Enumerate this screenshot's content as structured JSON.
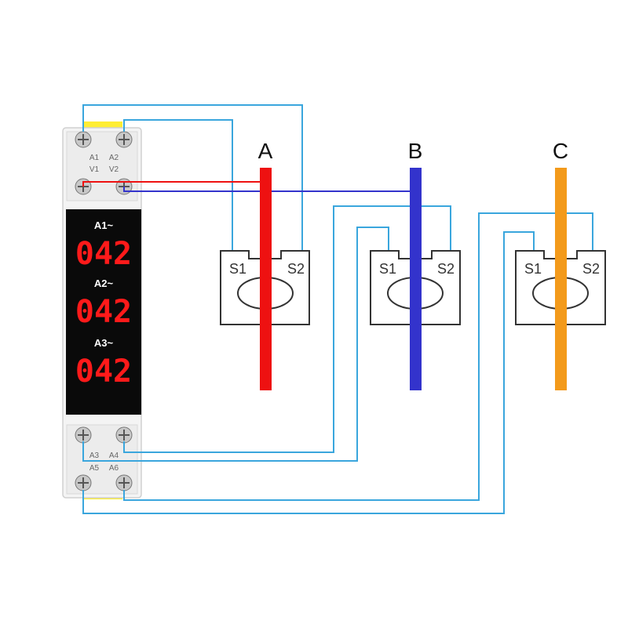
{
  "phases": [
    {
      "label": "A",
      "color": "#ee1111"
    },
    {
      "label": "B",
      "color": "#3333cc"
    },
    {
      "label": "C",
      "color": "#f39a1b"
    }
  ],
  "ct": {
    "s1": "S1",
    "s2": "S2"
  },
  "meter": {
    "top_terminals": {
      "a1": "A1",
      "a2": "A2",
      "v1": "V1",
      "v2": "V2"
    },
    "bottom_terminals": {
      "a3": "A3",
      "a4": "A4",
      "a5": "A5",
      "a6": "A6"
    },
    "displays": [
      {
        "label": "A1~",
        "value": "042"
      },
      {
        "label": "A2~",
        "value": "042"
      },
      {
        "label": "A3~",
        "value": "042"
      }
    ]
  },
  "colors": {
    "wire": "#3aa6dd",
    "digit": "#ff1a1a",
    "panel": "#0a0a0a",
    "label_text": "#ffffff",
    "housing": "#f4f4f4",
    "yellow_tab": "#ffee33"
  }
}
